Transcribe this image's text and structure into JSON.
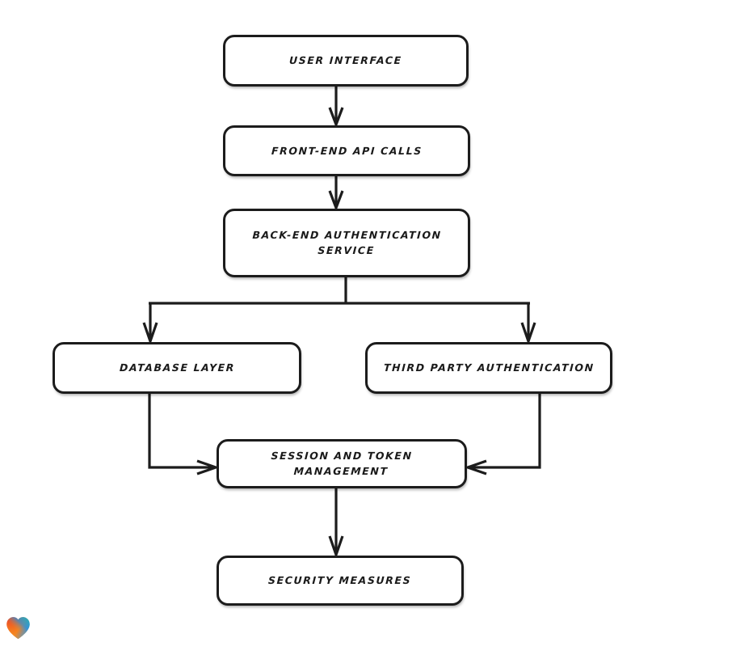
{
  "diagram": {
    "type": "flowchart",
    "orientation": "top-down",
    "background_color": "#ffffff",
    "line_color": "#1c1c1c",
    "box_fill_color": "#ffffff",
    "nodes": [
      {
        "id": "user-interface",
        "label": "User Interface"
      },
      {
        "id": "frontend-api",
        "label": "Front-End API Calls"
      },
      {
        "id": "backend-auth",
        "label": "Back-End Authentication\nService"
      },
      {
        "id": "database-layer",
        "label": "Database Layer"
      },
      {
        "id": "third-party-auth",
        "label": "Third Party Authentication"
      },
      {
        "id": "session-token",
        "label": "Session and Token\nManagement"
      },
      {
        "id": "security-measures",
        "label": "Security Measures"
      }
    ],
    "edges": [
      {
        "from": "user-interface",
        "to": "frontend-api",
        "style": "straight-down"
      },
      {
        "from": "frontend-api",
        "to": "backend-auth",
        "style": "straight-down"
      },
      {
        "from": "backend-auth",
        "to": "database-layer",
        "style": "split-left"
      },
      {
        "from": "backend-auth",
        "to": "third-party-auth",
        "style": "split-right"
      },
      {
        "from": "database-layer",
        "to": "session-token",
        "style": "elbow-into-left-side"
      },
      {
        "from": "third-party-auth",
        "to": "session-token",
        "style": "elbow-into-right-side"
      },
      {
        "from": "session-token",
        "to": "security-measures",
        "style": "straight-down"
      }
    ]
  },
  "logo": {
    "name": "heart-logo",
    "colors": {
      "red": "#e8342a",
      "orange": "#f58220",
      "blue": "#1f7fd4",
      "teal": "#16a6c8"
    }
  }
}
